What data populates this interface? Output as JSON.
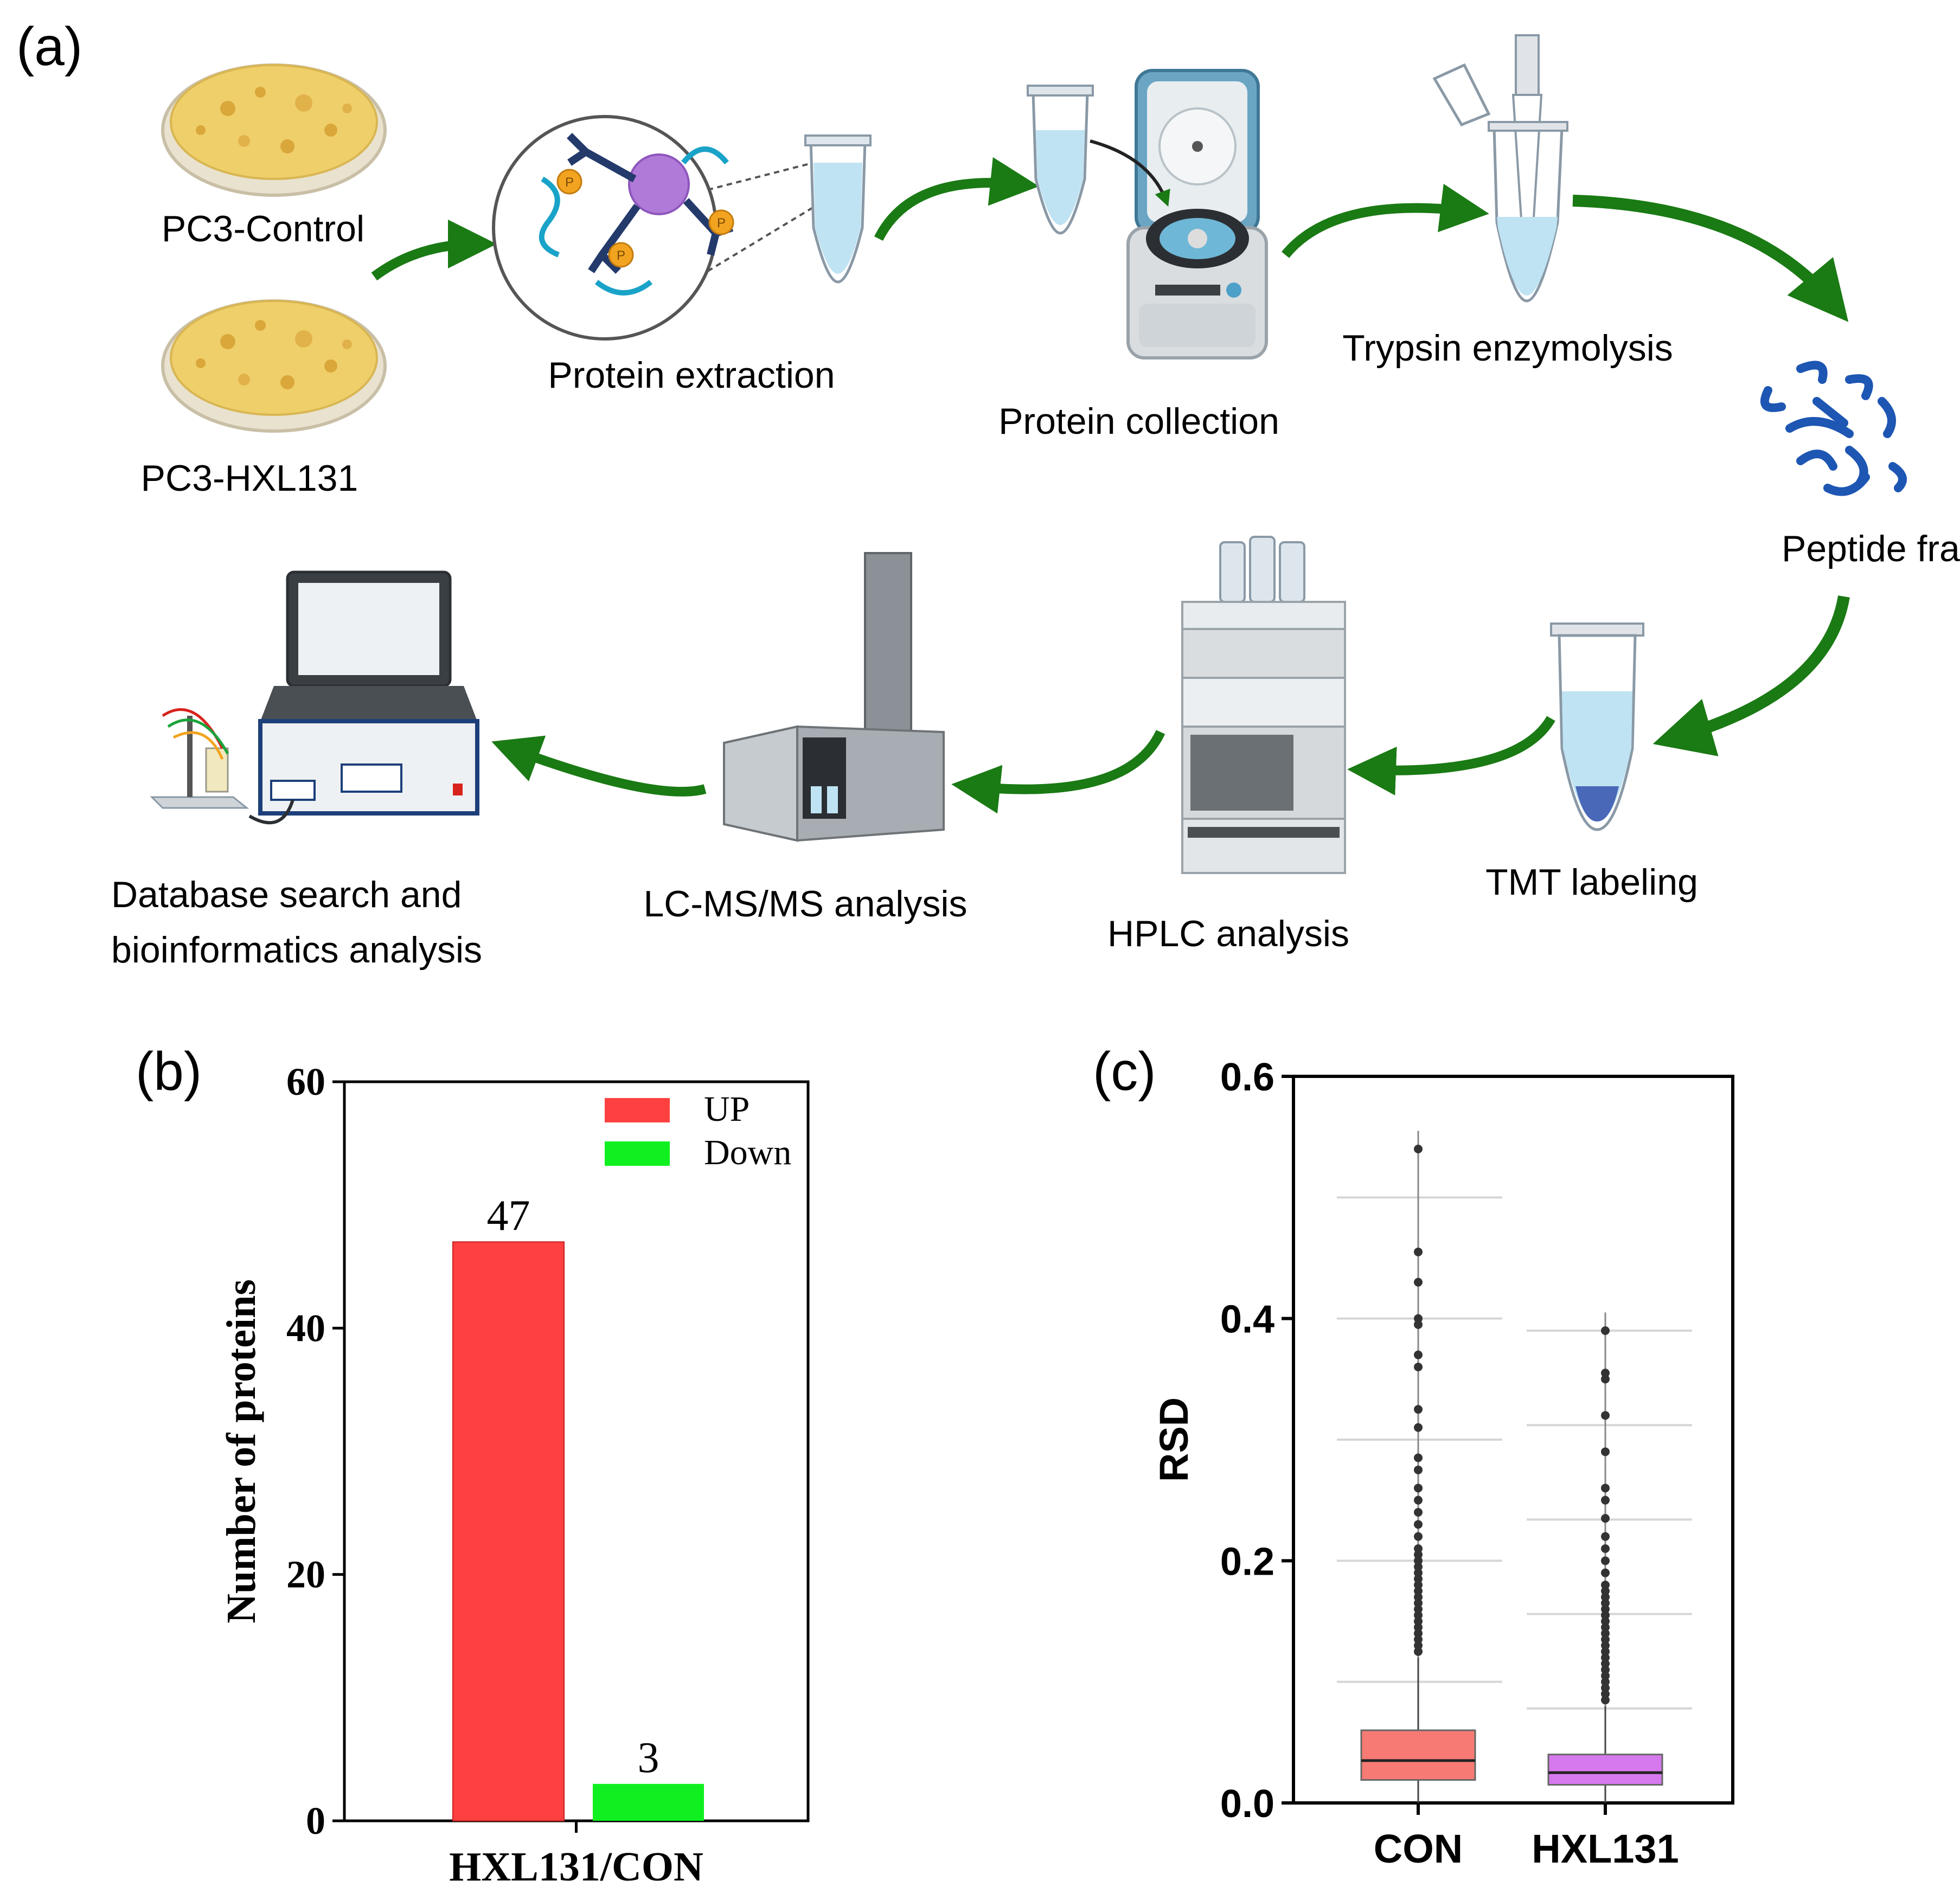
{
  "colors": {
    "arrow_green": "#1a7a14",
    "up_bar": "#ff4040",
    "down_bar": "#10f020",
    "con_box": "#f77b74",
    "hxl_box": "#d679ef",
    "liquid_blue": "#bfe3f3",
    "peptide_blue": "#1d56b3",
    "dish_yellow": "#efcf6a",
    "purple_protein": "#b07ad8"
  },
  "panel_a": {
    "panel_label": "(a)",
    "icons": [
      "petri-dish-icon",
      "antibody-protein-icon",
      "tube-icon",
      "centrifuge-icon",
      "pipette-tube-icon",
      "peptide-fragments-icon",
      "tmt-tube-icon",
      "hplc-system-icon",
      "mass-spectrometer-icon",
      "laptop-workstation-icon"
    ],
    "labels": {
      "control": "PC3-Control",
      "hxl": "PC3-HXL131",
      "extraction": "Protein extraction",
      "collection": "Protein collection",
      "trypsin": "Trypsin enzymolysis",
      "peptides": "Peptide fragments",
      "tmt": "TMT labeling",
      "hplc": "HPLC analysis",
      "lcms": "LC-MS/MS analysis",
      "database_line1": "Database search and",
      "database_line2": "bioinformatics analysis"
    },
    "tag": "P"
  },
  "panel_b": {
    "panel_label": "(b)",
    "chart_data": {
      "type": "bar",
      "categories": [
        "HXL131/CON"
      ],
      "series": [
        {
          "name": "UP",
          "values": [
            47
          ]
        },
        {
          "name": "Down",
          "values": [
            3
          ]
        }
      ],
      "data_labels": [
        "47",
        "3"
      ],
      "xlabel": "HXL131/CON",
      "ylabel": "Number of proteins",
      "ylim": [
        0,
        60
      ],
      "yticks": [
        0,
        20,
        40,
        60
      ],
      "legend": "top-right",
      "grid": false
    }
  },
  "panel_c": {
    "panel_label": "(c)",
    "chart_data": {
      "type": "box",
      "categories": [
        "CON",
        "HXL131"
      ],
      "ylabel": "RSD",
      "ylim": [
        0,
        0.6
      ],
      "yticks": [
        "0.0",
        "0.2",
        "0.4",
        "0.6"
      ],
      "grid": true,
      "boxes": [
        {
          "name": "CON",
          "q1": 0.019,
          "median": 0.035,
          "q3": 0.06,
          "whisker_low": 0.0,
          "whisker_high": 0.12,
          "outliers": [
            0.125,
            0.13,
            0.135,
            0.14,
            0.145,
            0.15,
            0.155,
            0.16,
            0.165,
            0.17,
            0.175,
            0.18,
            0.185,
            0.19,
            0.195,
            0.2,
            0.205,
            0.21,
            0.22,
            0.23,
            0.24,
            0.25,
            0.26,
            0.275,
            0.285,
            0.31,
            0.325,
            0.36,
            0.37,
            0.395,
            0.4,
            0.43,
            0.455,
            0.54
          ]
        },
        {
          "name": "HXL131",
          "q1": 0.015,
          "median": 0.025,
          "q3": 0.04,
          "whisker_low": 0.0,
          "whisker_high": 0.08,
          "outliers": [
            0.085,
            0.09,
            0.095,
            0.1,
            0.105,
            0.11,
            0.115,
            0.12,
            0.125,
            0.13,
            0.135,
            0.14,
            0.145,
            0.15,
            0.155,
            0.16,
            0.165,
            0.17,
            0.175,
            0.18,
            0.19,
            0.2,
            0.21,
            0.22,
            0.235,
            0.25,
            0.26,
            0.29,
            0.32,
            0.35,
            0.355,
            0.39
          ]
        }
      ]
    }
  }
}
